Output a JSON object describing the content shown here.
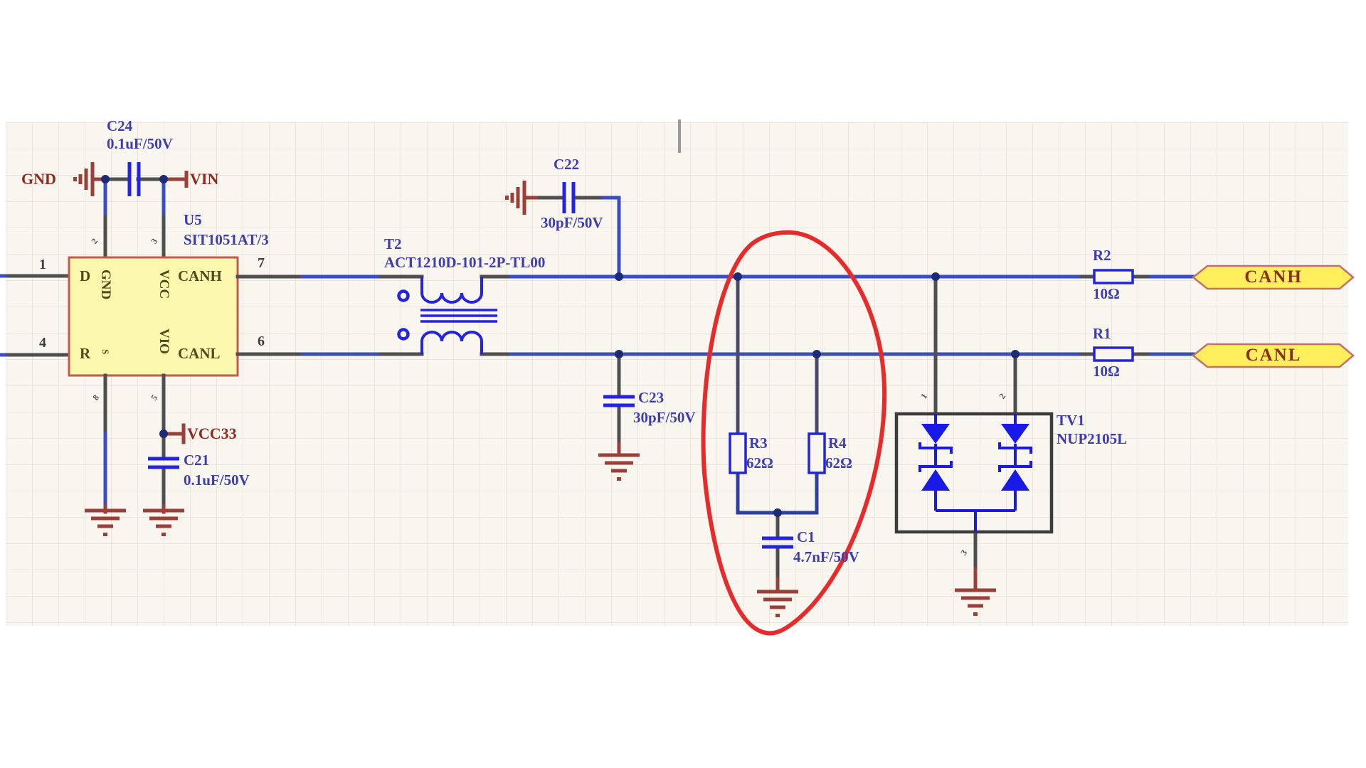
{
  "schematic": {
    "power": {
      "gnd_label": "GND",
      "vin_label": "VIN",
      "vcc33_label": "VCC33"
    },
    "ic": {
      "designator": "U5",
      "part": "SIT1051AT/3",
      "pin_d": "D",
      "pin_r": "R",
      "pin_canh": "CANH",
      "pin_canl": "CANL",
      "pin_gnd": "GND",
      "pin_vcc": "VCC",
      "pin_vio": "VIO",
      "pin_s": "S",
      "num_1": "1",
      "num_4": "4",
      "num_7": "7",
      "num_6": "6",
      "num_2": "2",
      "num_3": "3",
      "num_8": "8",
      "num_5": "5"
    },
    "capacitors": {
      "c24": {
        "ref": "C24",
        "val": "0.1uF/50V"
      },
      "c21": {
        "ref": "C21",
        "val": "0.1uF/50V"
      },
      "c22": {
        "ref": "C22",
        "val": "30pF/50V"
      },
      "c23": {
        "ref": "C23",
        "val": "30pF/50V"
      },
      "c1": {
        "ref": "C1",
        "val": "4.7nF/50V"
      }
    },
    "transformer": {
      "ref": "T2",
      "part": "ACT1210D-101-2P-TL00"
    },
    "resistors": {
      "r3": {
        "ref": "R3",
        "val": "62Ω"
      },
      "r4": {
        "ref": "R4",
        "val": "62Ω"
      },
      "r2": {
        "ref": "R2",
        "val": "10Ω"
      },
      "r1": {
        "ref": "R1",
        "val": "10Ω"
      }
    },
    "tvs": {
      "ref": "TV1",
      "part": "NUP2105L",
      "pin1": "1",
      "pin2": "2",
      "pin3": "3"
    },
    "ports": {
      "canh": "CANH",
      "canl": "CANL"
    },
    "colors": {
      "wire_blue": "#3a4ec4",
      "stub_grey": "#4f4f4f",
      "component_blue": "#2323e0",
      "power_red": "#9b4038",
      "ic_fill": "#fbf8ae",
      "ic_border": "#c05c50",
      "port_fill": "#ffef5c",
      "port_border": "#c4706a",
      "annotation_red": "#e62b2b",
      "junction_navy": "#1d2a78"
    }
  }
}
